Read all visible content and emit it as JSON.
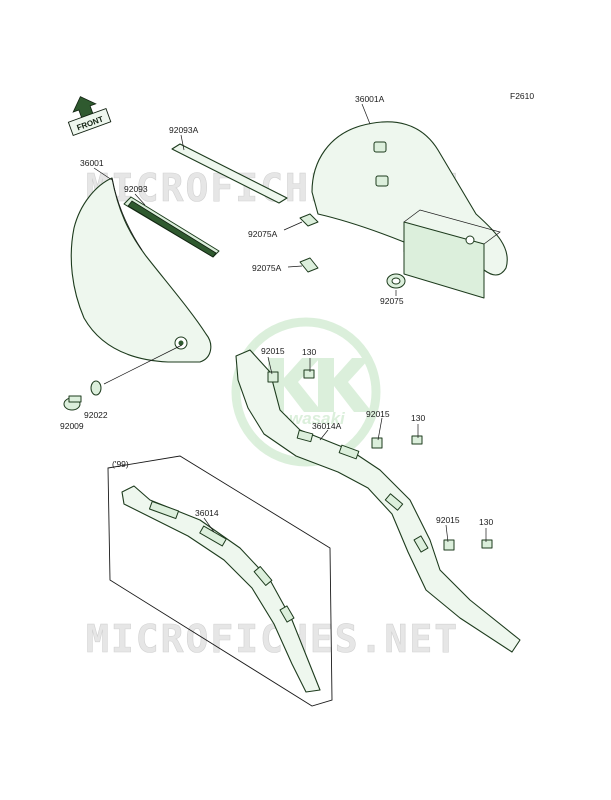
{
  "figure_code": "F2610",
  "front_arrow_label": "FRONT",
  "watermark_text": "MICROFICHES.NET",
  "logo_text": "Kawasaki",
  "inset_label": "('99)",
  "colors": {
    "part_fill": "#eef7ee",
    "outline": "#1d3b1d",
    "watermark_green": "#bfe3bf"
  },
  "callouts": [
    {
      "id": "36001A",
      "text": "36001A"
    },
    {
      "id": "92093A",
      "text": "92093A"
    },
    {
      "id": "36001",
      "text": "36001"
    },
    {
      "id": "92093",
      "text": "92093"
    },
    {
      "id": "92075A-1",
      "text": "92075A"
    },
    {
      "id": "92075A-2",
      "text": "92075A"
    },
    {
      "id": "92075",
      "text": "92075"
    },
    {
      "id": "92015-1",
      "text": "92015"
    },
    {
      "id": "130-1",
      "text": "130"
    },
    {
      "id": "92015-2",
      "text": "92015"
    },
    {
      "id": "130-2",
      "text": "130"
    },
    {
      "id": "36014A",
      "text": "36014A"
    },
    {
      "id": "92022",
      "text": "92022"
    },
    {
      "id": "92009",
      "text": "92009"
    },
    {
      "id": "36014",
      "text": "36014"
    },
    {
      "id": "92015-3",
      "text": "92015"
    },
    {
      "id": "130-3",
      "text": "130"
    }
  ]
}
